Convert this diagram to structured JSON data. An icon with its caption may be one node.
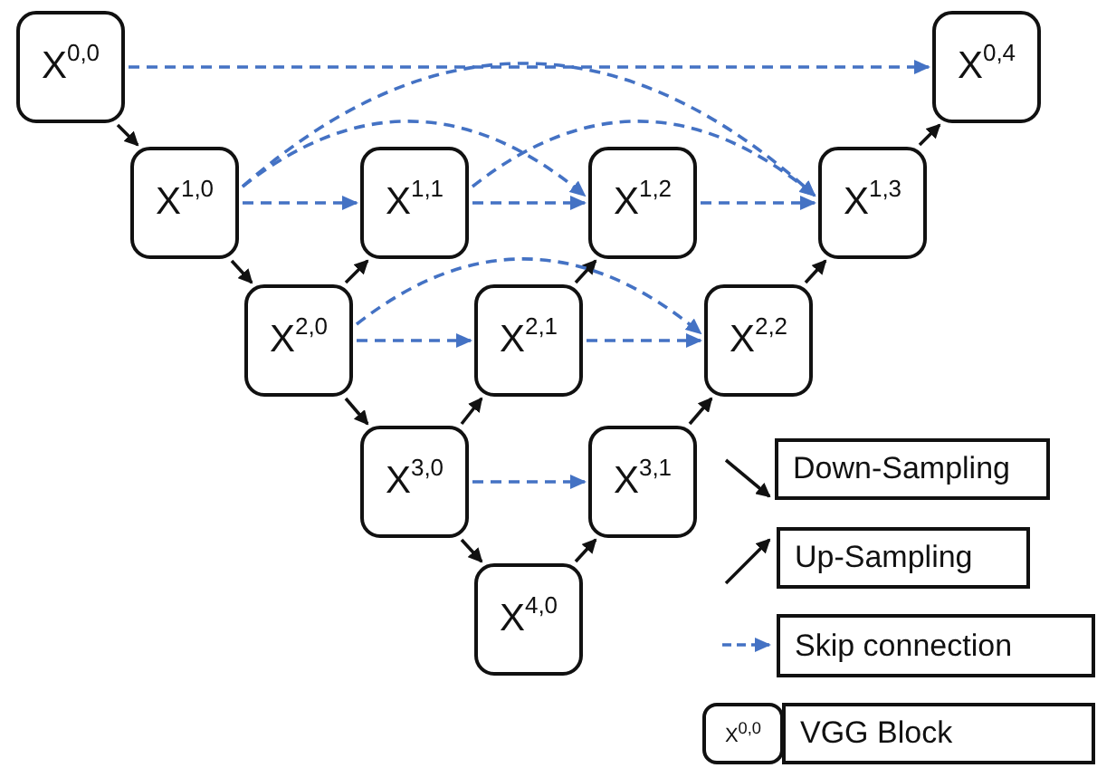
{
  "diagram": {
    "nodes": [
      {
        "text": [
          "X$^{0,0}$"
        ]
      },
      {
        "text": [
          "X$^{0,4}$"
        ]
      },
      {
        "text": [
          "X$^{1,0}$"
        ]
      },
      {
        "text": [
          "X$^{1,1}$"
        ]
      },
      {
        "text": [
          "X$^{1,2}$"
        ]
      },
      {
        "text": [
          "X$^{1,3}$"
        ]
      },
      {
        "text": [
          "X$^{2,0}$"
        ]
      },
      {
        "text": [
          "X$^{2,1}$"
        ]
      },
      {
        "text": [
          "X$^{2,2}$"
        ]
      },
      {
        "text": [
          "X$^{3,0}$"
        ]
      },
      {
        "text": [
          "X$^{3,1}$"
        ]
      },
      {
        "text": [
          "X$^{4,0}$"
        ]
      }
    ],
    "edges": [
      {
        "from": 0,
        "to": 2,
        "arrow": "to"
      },
      {
        "from": 2,
        "to": 6,
        "arrow": "to"
      },
      {
        "from": 6,
        "to": 9,
        "arrow": "to"
      },
      {
        "from": 9,
        "to": 11,
        "arrow": "to"
      },
      {
        "from": 11,
        "to": 10,
        "arrow": "to"
      },
      {
        "from": 10,
        "to": 8,
        "arrow": "to"
      },
      {
        "from": 8,
        "to": 5,
        "arrow": "to"
      },
      {
        "from": 5,
        "to": 1,
        "arrow": "to"
      },
      {
        "from": 9,
        "to": 7,
        "arrow": "to"
      },
      {
        "from": 7,
        "to": 4,
        "arrow": "to"
      },
      {
        "from": 6,
        "to": 3,
        "arrow": "to"
      },
      {
        "from": 0,
        "to": 1,
        "arrow": "to",
        "style": "dashed",
        "color": "#4472c4"
      },
      {
        "from": 2,
        "to": 3,
        "arrow": "to",
        "style": "dashed",
        "color": "#4472c4"
      },
      {
        "from": 3,
        "to": 4,
        "arrow": "to",
        "style": "dashed",
        "color": "#4472c4"
      },
      {
        "from": 4,
        "to": 5,
        "arrow": "to",
        "style": "dashed",
        "color": "#4472c4"
      },
      {
        "from": 2,
        "to": 4,
        "arrow": "to",
        "style": "dashed",
        "color": "#4472c4"
      },
      {
        "from": 2,
        "to": 5,
        "arrow": "to",
        "style": "dashed",
        "color": "#4472c4"
      },
      {
        "from": 3,
        "to": 5,
        "arrow": "to",
        "style": "dashed",
        "color": "#4472c4"
      },
      {
        "from": 6,
        "to": 7,
        "arrow": "to",
        "style": "dashed",
        "color": "#4472c4"
      },
      {
        "from": 7,
        "to": 8,
        "arrow": "to",
        "style": "dashed",
        "color": "#4472c4"
      },
      {
        "from": 6,
        "to": 8,
        "arrow": "to",
        "style": "dashed",
        "color": "#4472c4"
      },
      {
        "from": 9,
        "to": 10,
        "arrow": "to",
        "style": "dashed",
        "color": "#4472c4"
      }
    ],
    "labels": [
      "X$^{0,0}$"
    ],
    "legend": [
      {
        "text": "Down-Sampling"
      },
      {
        "text": "Up-Sampling"
      },
      {
        "text": "Skip connection"
      },
      {
        "text": "VGG Block"
      }
    ]
  }
}
